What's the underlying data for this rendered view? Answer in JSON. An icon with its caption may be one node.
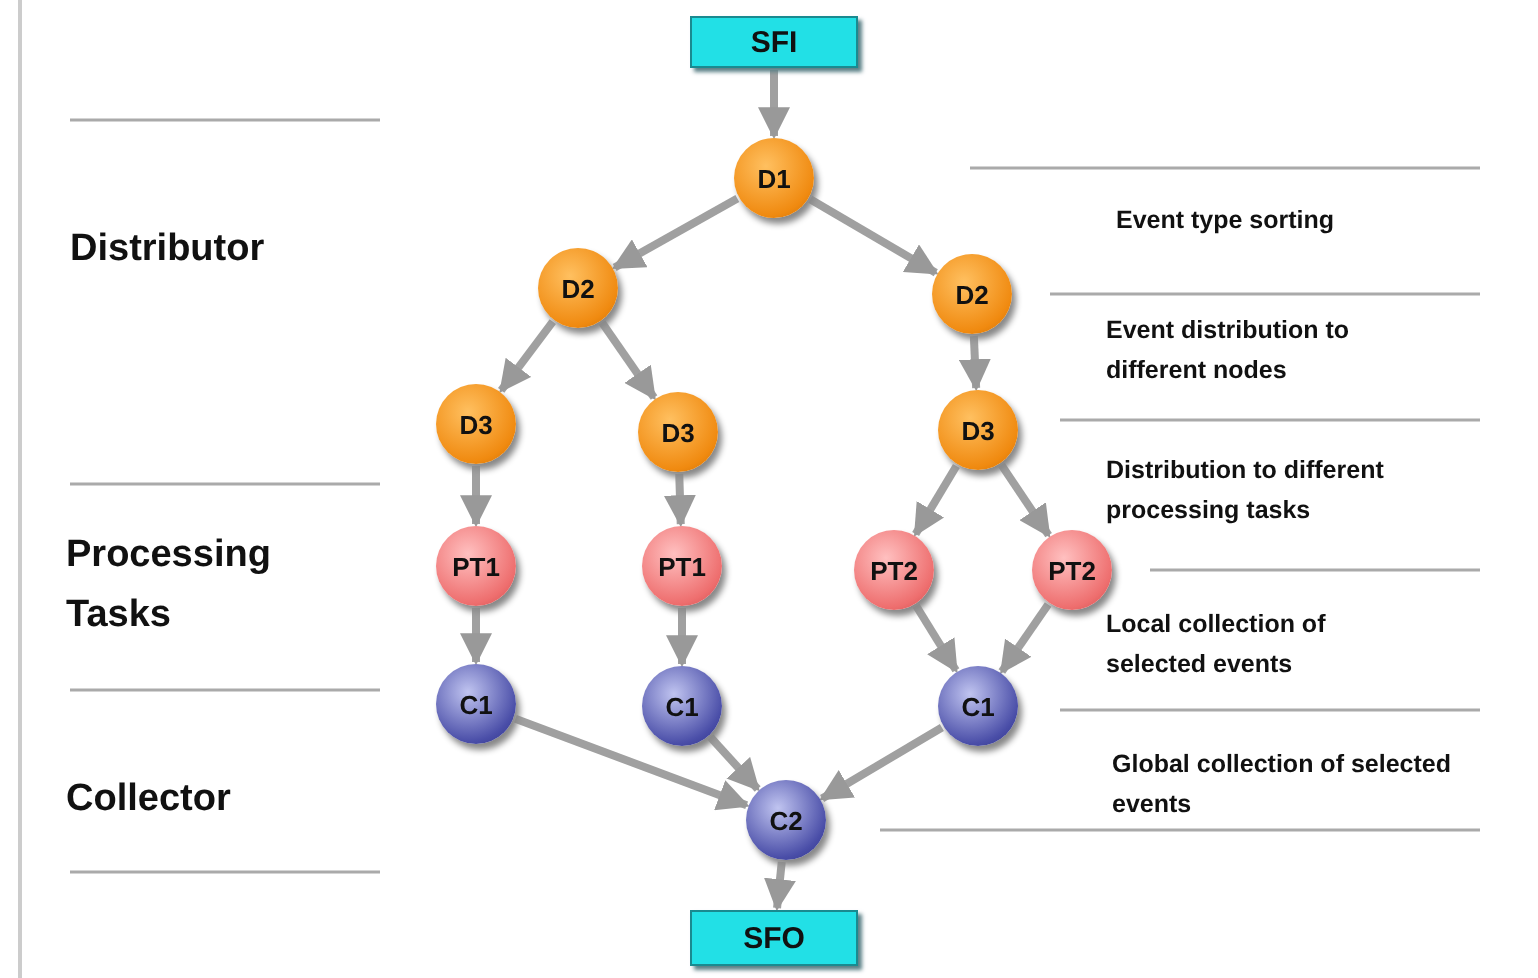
{
  "diagram": {
    "nodes": [
      {
        "text": [
          "SFI"
        ]
      },
      {
        "text": [
          "D1"
        ]
      },
      {
        "text": [
          "D2"
        ]
      },
      {
        "text": [
          "D2"
        ]
      },
      {
        "text": [
          "D3"
        ]
      },
      {
        "text": [
          "D3"
        ]
      },
      {
        "text": [
          "D3"
        ]
      },
      {
        "text": [
          "PT1"
        ]
      },
      {
        "text": [
          "PT1"
        ]
      },
      {
        "text": [
          "PT2"
        ]
      },
      {
        "text": [
          "PT2"
        ]
      },
      {
        "text": [
          "C1"
        ]
      },
      {
        "text": [
          "C1"
        ]
      },
      {
        "text": [
          "C1"
        ]
      },
      {
        "text": [
          "C2"
        ]
      },
      {
        "text": [
          "SFO"
        ]
      }
    ],
    "edges": [
      {
        "from": 0,
        "to": 1,
        "arrow": "to"
      },
      {
        "from": 1,
        "to": 2,
        "arrow": "to"
      },
      {
        "from": 1,
        "to": 3,
        "arrow": "to"
      },
      {
        "from": 2,
        "to": 4,
        "arrow": "to"
      },
      {
        "from": 2,
        "to": 5,
        "arrow": "to"
      },
      {
        "from": 3,
        "to": 6,
        "arrow": "to"
      },
      {
        "from": 4,
        "to": 7,
        "arrow": "to"
      },
      {
        "from": 5,
        "to": 8,
        "arrow": "to"
      },
      {
        "from": 6,
        "to": 9,
        "arrow": "to"
      },
      {
        "from": 6,
        "to": 10,
        "arrow": "to"
      },
      {
        "from": 7,
        "to": 11,
        "arrow": "to"
      },
      {
        "from": 8,
        "to": 12,
        "arrow": "to"
      },
      {
        "from": 9,
        "to": 13,
        "arrow": "to"
      },
      {
        "from": 10,
        "to": 13,
        "arrow": "to"
      },
      {
        "from": 11,
        "to": 14,
        "arrow": "to"
      },
      {
        "from": 12,
        "to": 14,
        "arrow": "to"
      },
      {
        "from": 13,
        "to": 14,
        "arrow": "to"
      },
      {
        "from": 14,
        "to": 15,
        "arrow": "to"
      }
    ],
    "labels": [
      "Distributor",
      "Event type sorting",
      "Event distribution to different nodes",
      "Distribution to different processing tasks",
      "Processing Tasks",
      "Local collection of selected events",
      "Collector",
      "Global collection of selected events"
    ]
  }
}
